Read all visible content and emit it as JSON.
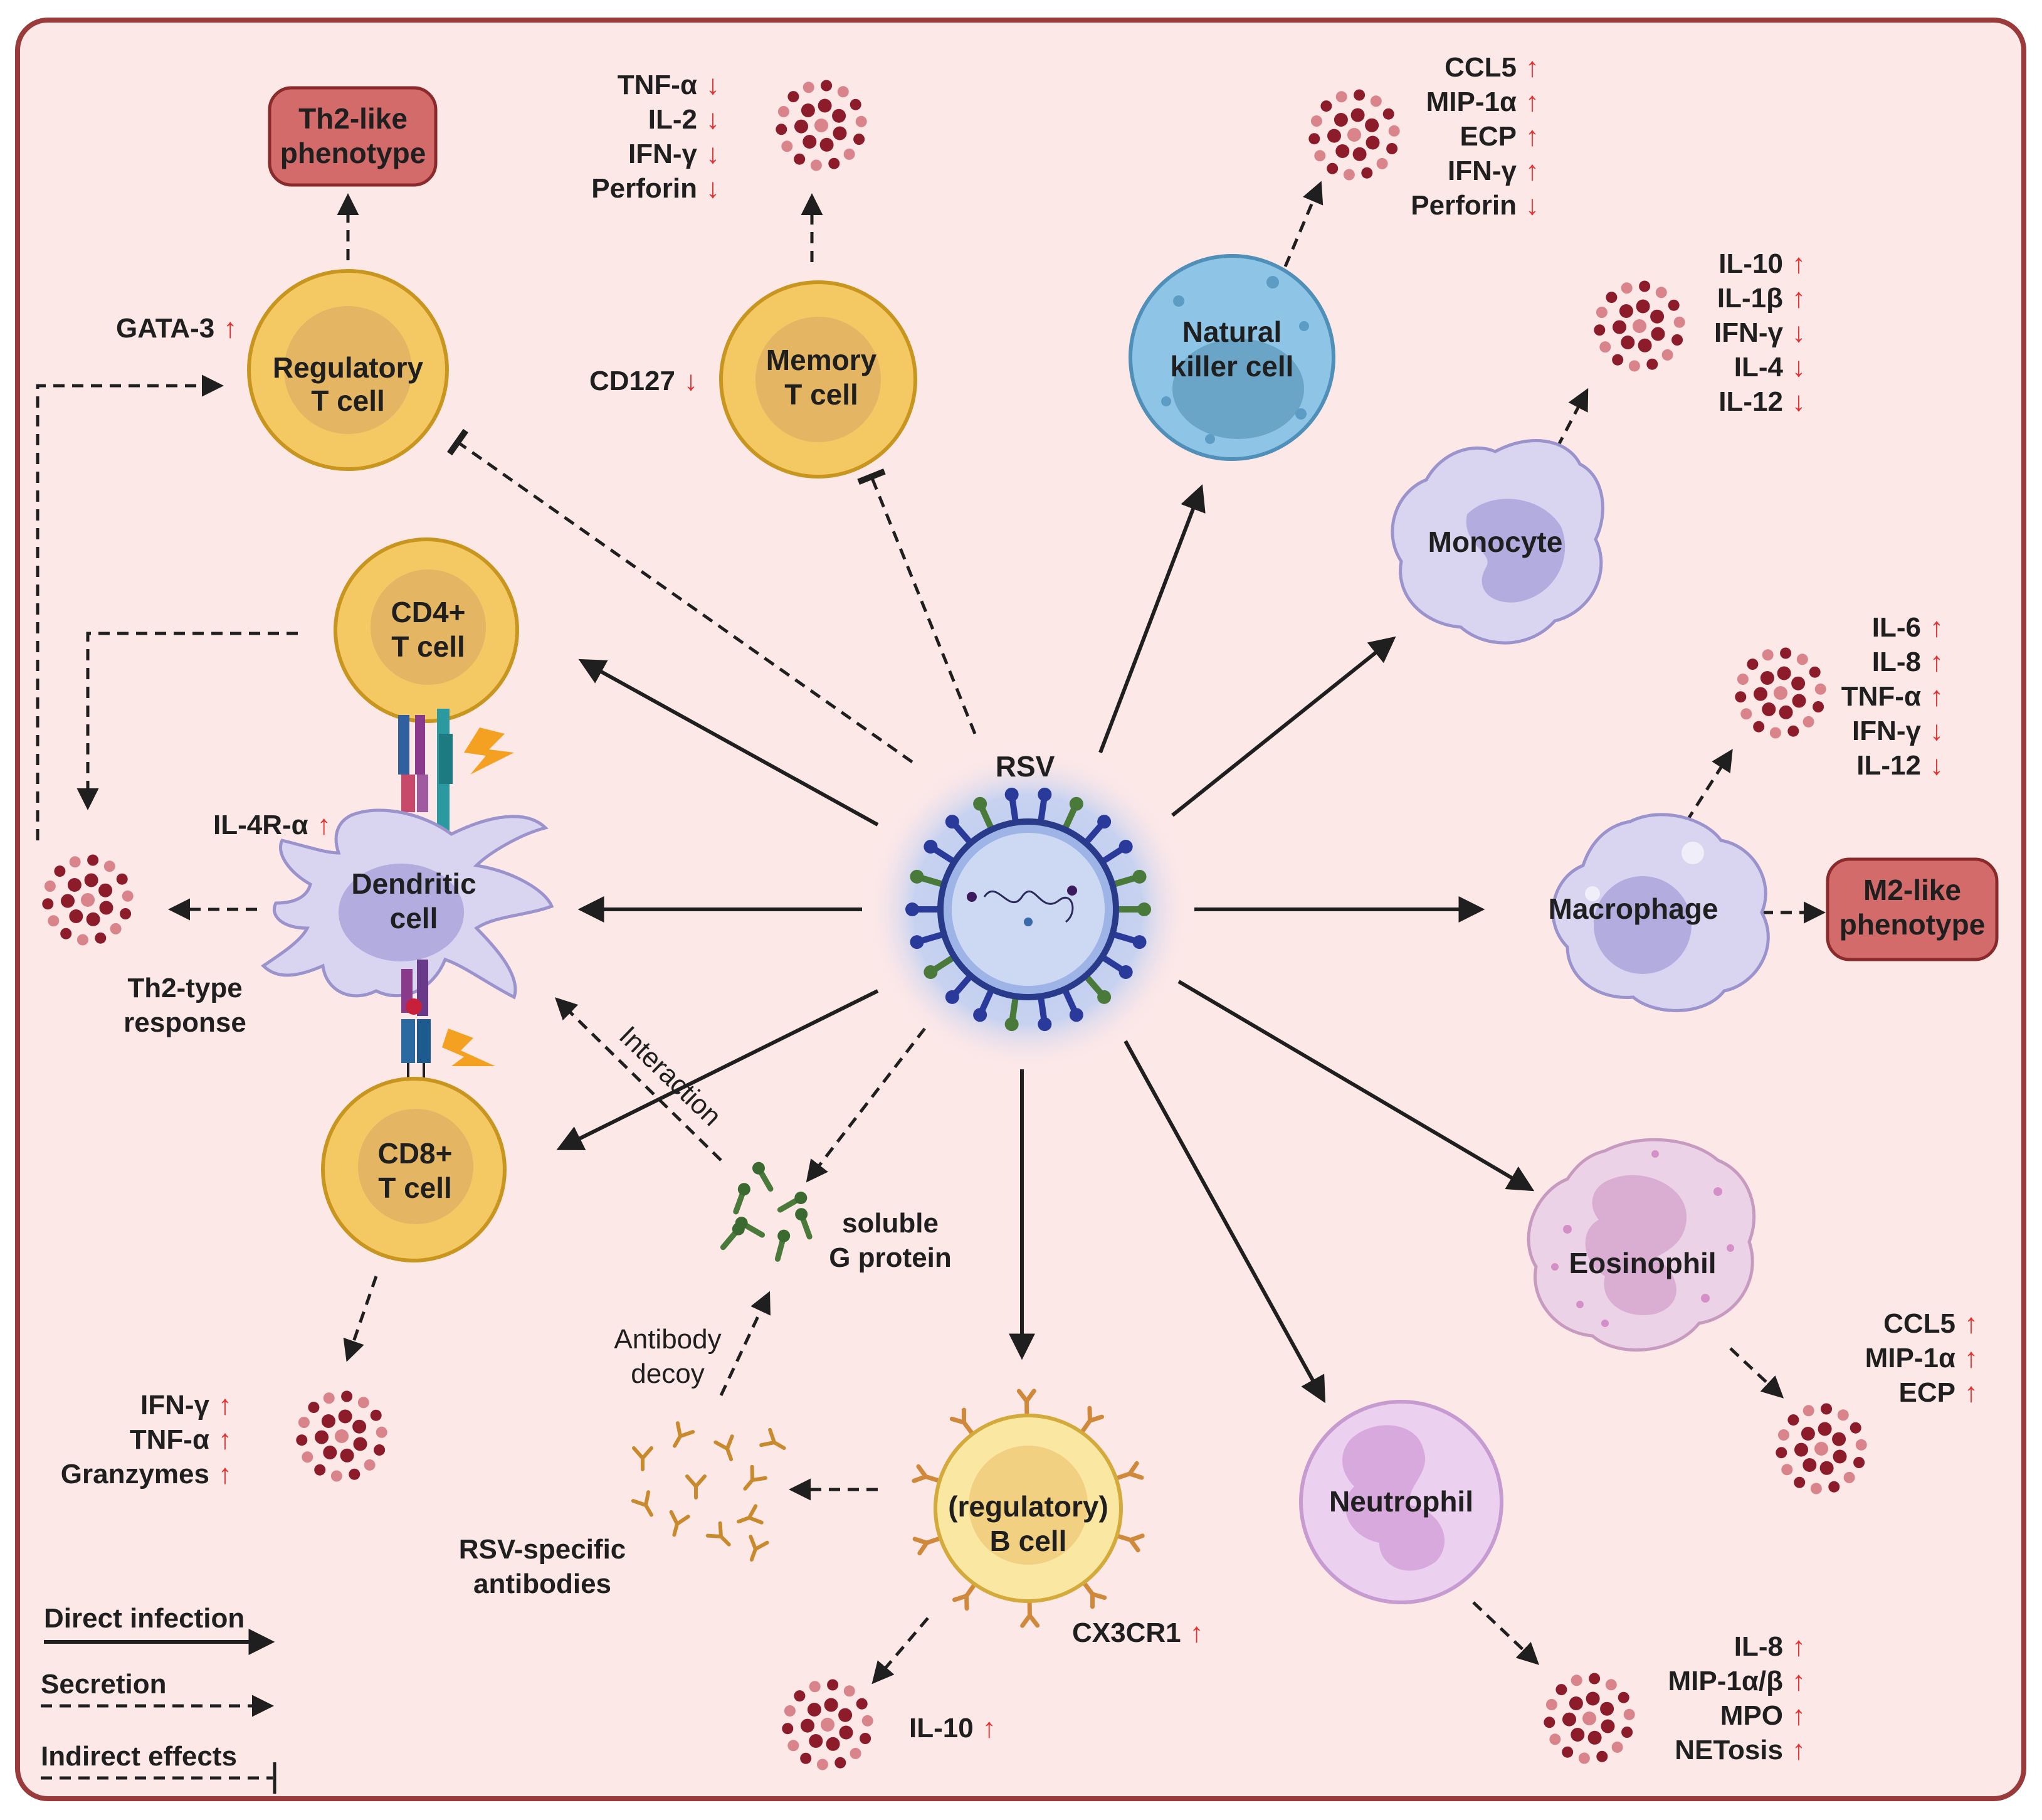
{
  "colors": {
    "background": "#fde8e8",
    "border": "#9b3a3a",
    "t_cell_outer": "#f4c963",
    "t_cell_inner": "#e4b562",
    "nk_outer": "#8ec5e6",
    "nk_inner": "#6aa5c8",
    "myeloid_outer": "#d9d4ef",
    "myeloid_inner": "#b2acdf",
    "eosinophil_outer": "#ecd2e6",
    "eosinophil_inner": "#d9aed2",
    "neutrophil_outer": "#ecd0f0",
    "neutrophil_inner": "#d7a9dc",
    "b_cell_outer": "#f9e7a2",
    "b_cell_inner": "#f1d081",
    "phenotype_box": "#d46b6b",
    "arrow_up_down": "#e53030",
    "lightning": "#f4a020",
    "cytokine_dark": "#8c1c2a",
    "cytokine_light": "#d9848a"
  },
  "cells": {
    "regulatory_t": {
      "line1": "Regulatory",
      "line2": "T cell"
    },
    "memory_t": {
      "line1": "Memory",
      "line2": "T cell"
    },
    "nk": {
      "line1": "Natural",
      "line2": "killer cell"
    },
    "monocyte": {
      "label": "Monocyte"
    },
    "cd4": {
      "line1": "CD4+",
      "line2": "T cell"
    },
    "dendritic": {
      "line1": "Dendritic",
      "line2": "cell"
    },
    "cd8": {
      "line1": "CD8+",
      "line2": "T cell"
    },
    "macrophage": {
      "label": "Macrophage"
    },
    "eosinophil": {
      "label": "Eosinophil"
    },
    "neutrophil": {
      "label": "Neutrophil"
    },
    "b_cell": {
      "line1": "(regulatory)",
      "line2": "B cell"
    }
  },
  "center": {
    "label": "RSV"
  },
  "phenotypes": {
    "th2": {
      "line1": "Th2-like",
      "line2": "phenotype"
    },
    "m2": {
      "line1": "M2-like",
      "line2": "phenotype"
    }
  },
  "labels": {
    "gata3": {
      "text": "GATA-3",
      "arrow": "↑"
    },
    "cd127": {
      "text": "CD127",
      "arrow": "↓"
    },
    "il4r": {
      "text": "IL-4R-α",
      "arrow": "↑"
    },
    "cx3cr1": {
      "text": "CX3CR1",
      "arrow": "↑"
    },
    "il10_b": {
      "text": "IL-10",
      "arrow": "↑"
    },
    "th2_response": {
      "line1": "Th2-type",
      "line2": "response"
    },
    "interaction": "Interaction",
    "soluble_g": {
      "line1": "soluble",
      "line2": "G protein"
    },
    "antibody_decoy": {
      "line1": "Antibody",
      "line2": "decoy"
    },
    "rsv_antibodies": {
      "line1": "RSV-specific",
      "line2": "antibodies"
    }
  },
  "cytokine_lists": {
    "memory": [
      {
        "name": "TNF-α",
        "arrow": "↓"
      },
      {
        "name": "IL-2",
        "arrow": "↓"
      },
      {
        "name": "IFN-γ",
        "arrow": "↓"
      },
      {
        "name": "Perforin",
        "arrow": "↓"
      }
    ],
    "nk": [
      {
        "name": "CCL5",
        "arrow": "↑"
      },
      {
        "name": "MIP-1α",
        "arrow": "↑"
      },
      {
        "name": "ECP",
        "arrow": "↑"
      },
      {
        "name": "IFN-γ",
        "arrow": "↑"
      },
      {
        "name": "Perforin",
        "arrow": "↓"
      }
    ],
    "monocyte": [
      {
        "name": "IL-10",
        "arrow": "↑"
      },
      {
        "name": "IL-1β",
        "arrow": "↑"
      },
      {
        "name": "IFN-γ",
        "arrow": "↓"
      },
      {
        "name": "IL-4",
        "arrow": "↓"
      },
      {
        "name": "IL-12",
        "arrow": "↓"
      }
    ],
    "macrophage": [
      {
        "name": "IL-6",
        "arrow": "↑"
      },
      {
        "name": "IL-8",
        "arrow": "↑"
      },
      {
        "name": "TNF-α",
        "arrow": "↑"
      },
      {
        "name": "IFN-γ",
        "arrow": "↓"
      },
      {
        "name": "IL-12",
        "arrow": "↓"
      }
    ],
    "eosinophil": [
      {
        "name": "CCL5",
        "arrow": "↑"
      },
      {
        "name": "MIP-1α",
        "arrow": "↑"
      },
      {
        "name": "ECP",
        "arrow": "↑"
      }
    ],
    "neutrophil": [
      {
        "name": "IL-8",
        "arrow": "↑"
      },
      {
        "name": "MIP-1α/β",
        "arrow": "↑"
      },
      {
        "name": "MPO",
        "arrow": "↑"
      },
      {
        "name": "NETosis",
        "arrow": "↑"
      }
    ],
    "cd8": [
      {
        "name": "IFN-γ",
        "arrow": "↑"
      },
      {
        "name": "TNF-α",
        "arrow": "↑"
      },
      {
        "name": "Granzymes",
        "arrow": "↑"
      }
    ]
  },
  "legend": {
    "direct": "Direct infection",
    "secretion": "Secretion",
    "indirect": "Indirect effects"
  }
}
